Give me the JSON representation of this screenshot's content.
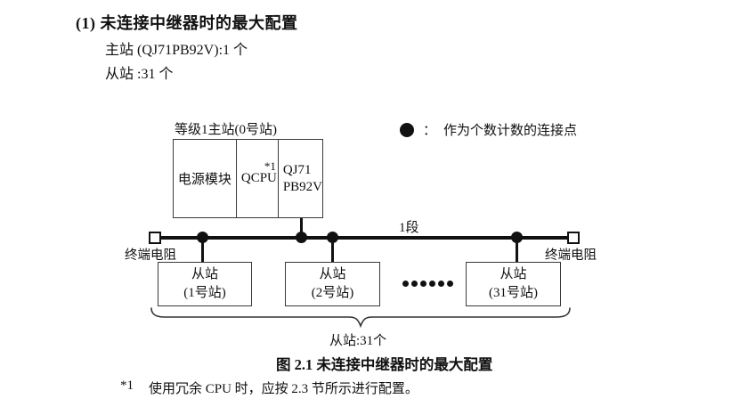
{
  "colors": {
    "ink": "#111111",
    "box_border": "#3a3a3a",
    "background": "#ffffff"
  },
  "heading": "(1) 未连接中继器时的最大配置",
  "intro": {
    "master_line": "主站 (QJ71PB92V):1 个",
    "slave_line": "从站 :31 个"
  },
  "diagram": {
    "master_station_label": "等级1主站(0号站)",
    "master_unit": {
      "power_module": "电源模块",
      "cpu": "QCPU",
      "cpu_footnote_ref": "*1",
      "module_name_line1": "QJ71",
      "module_name_line2": "PB92V"
    },
    "legend": {
      "icon": "connection-point-dot",
      "colon": "：",
      "text": "作为个数计数的连接点"
    },
    "segment_label": "1段",
    "terminator_left_label": "终端电阻",
    "terminator_right_label": "终端电阻",
    "slave_stations": [
      {
        "title": "从站",
        "subtitle": "(1号站)"
      },
      {
        "title": "从站",
        "subtitle": "(2号站)"
      },
      {
        "title": "从站",
        "subtitle": "(31号站)"
      }
    ],
    "slave_count_label": "从站:31个"
  },
  "caption": "图 2.1 未连接中继器时的最大配置",
  "footnote": {
    "marker": "*1",
    "text": "使用冗余 CPU 时，应按 2.3 节所示进行配置。"
  }
}
